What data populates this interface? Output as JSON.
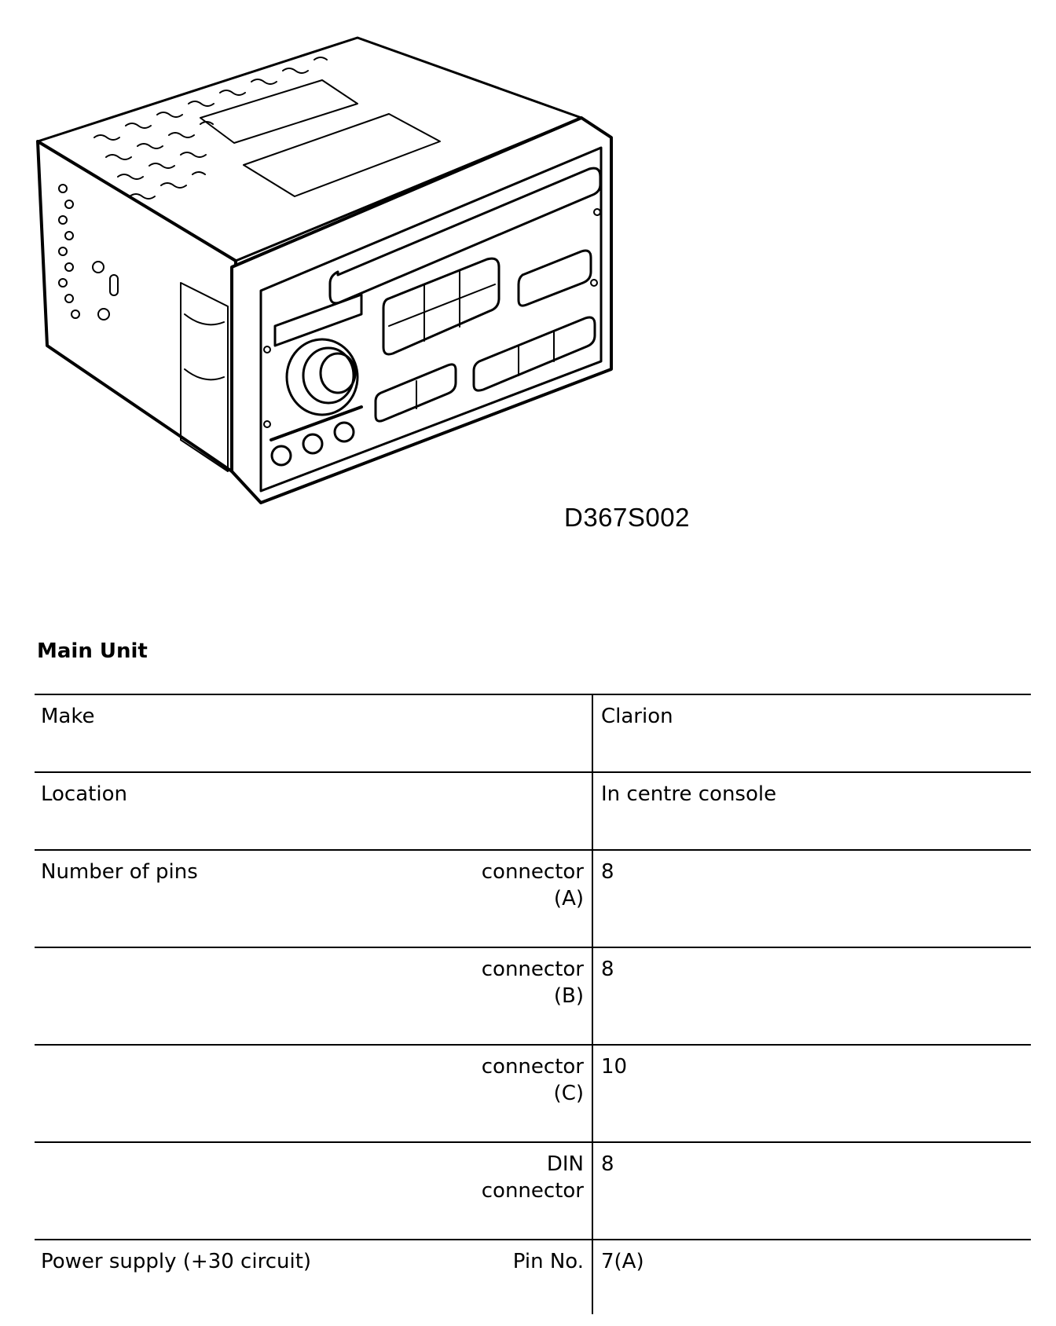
{
  "figure": {
    "code": "D367S002",
    "subject-icon": "car-radio-head-unit-drawing"
  },
  "section": {
    "title": "Main Unit"
  },
  "table": {
    "rows": [
      {
        "label": "Make",
        "sub": "",
        "value": "Clarion"
      },
      {
        "label": "Location",
        "sub": "",
        "value": "In centre console"
      },
      {
        "label": "Number of pins",
        "sub": "connector\n(A)",
        "value": "8"
      },
      {
        "label": "",
        "sub": "connector\n(B)",
        "value": "8"
      },
      {
        "label": "",
        "sub": "connector\n(C)",
        "value": "10"
      },
      {
        "label": "",
        "sub": "DIN\nconnector",
        "value": "8"
      },
      {
        "label": "Power supply (+30 circuit)",
        "sub": "Pin No.",
        "value": "7(A)"
      }
    ]
  }
}
